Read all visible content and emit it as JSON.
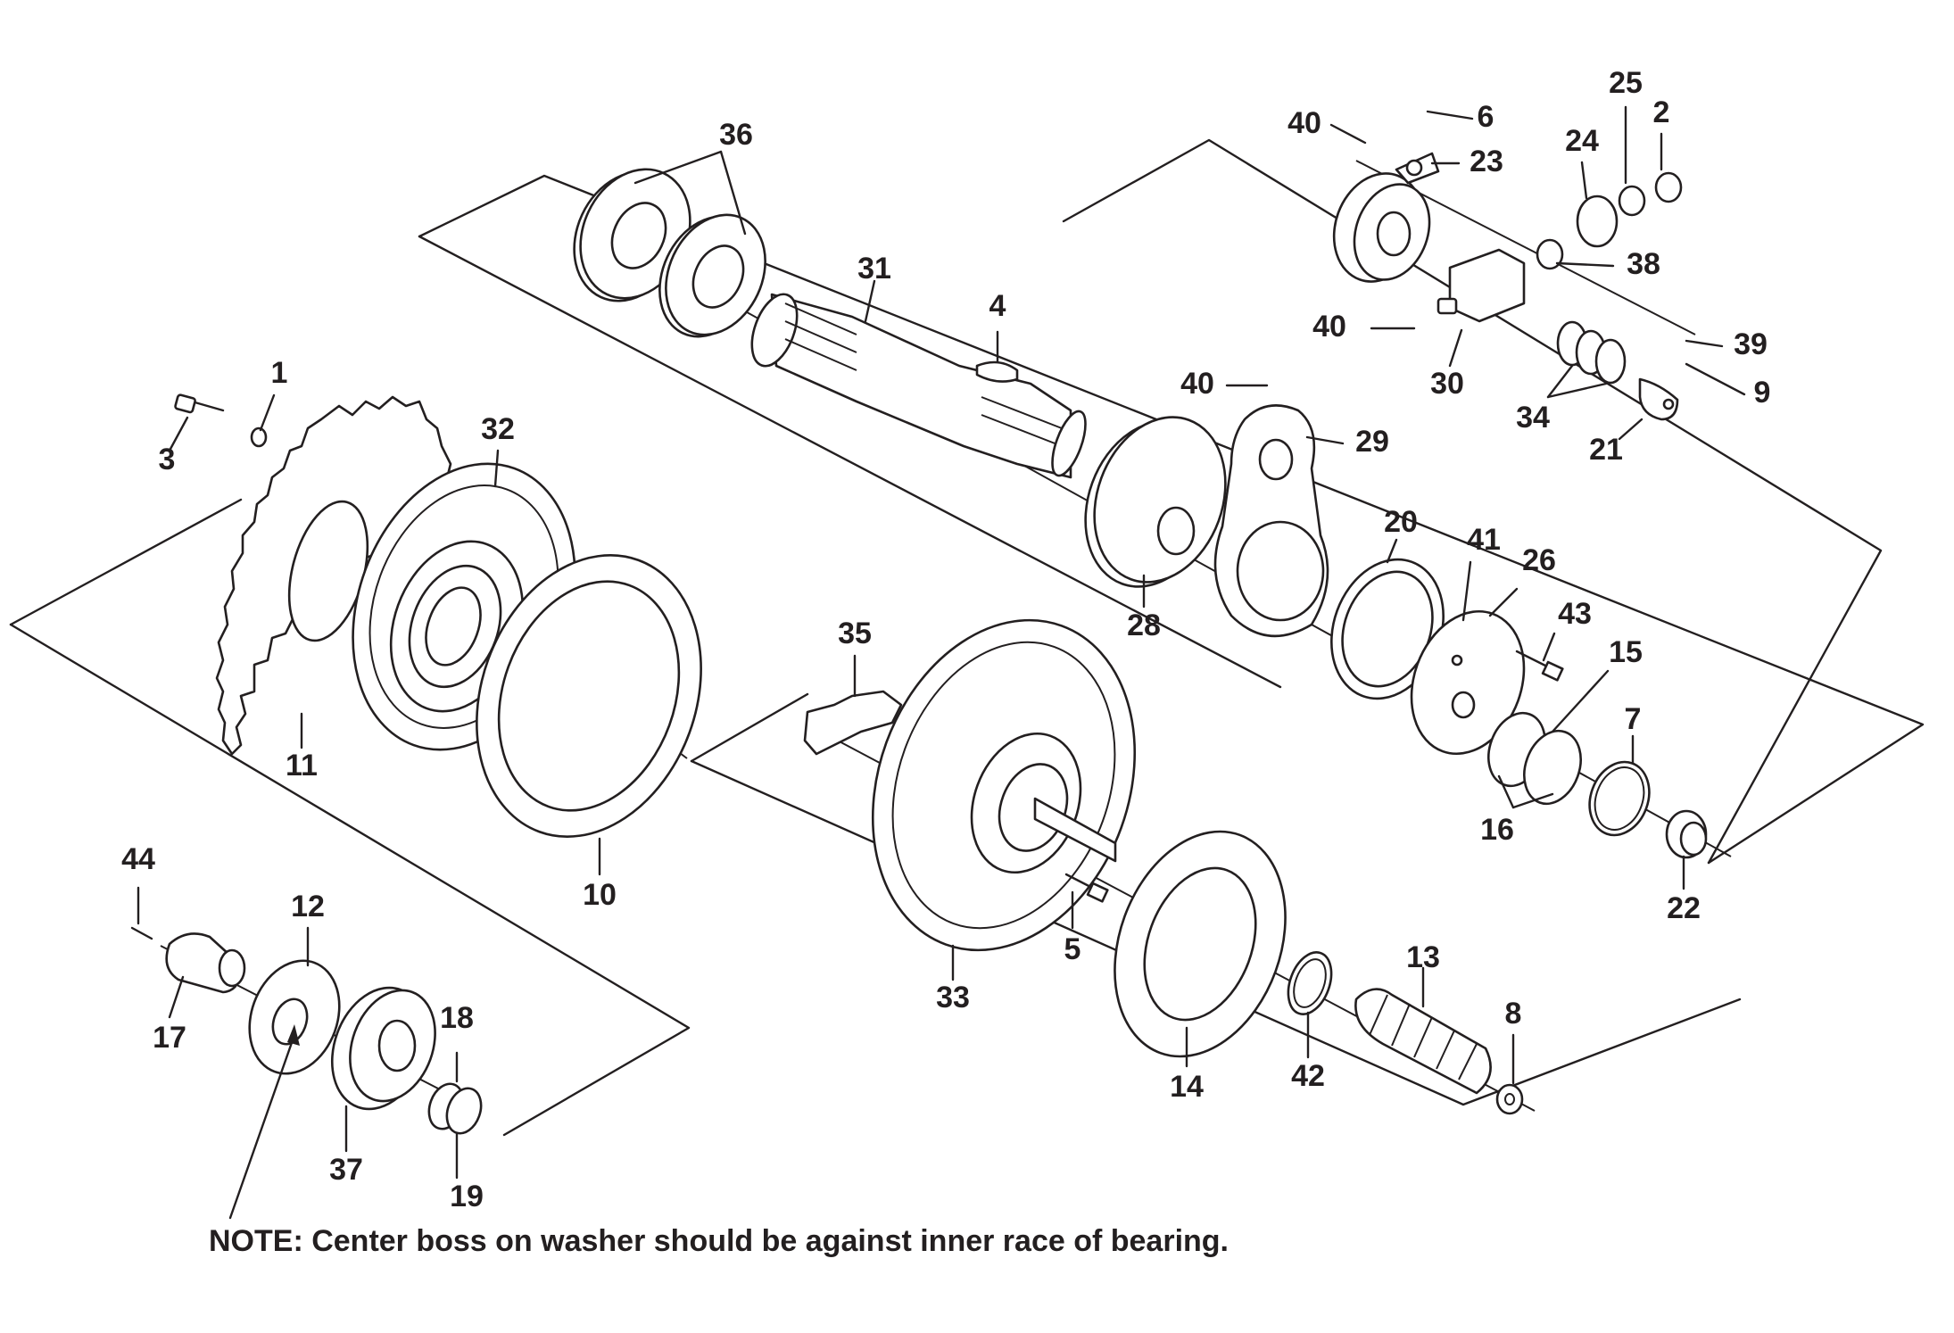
{
  "diagram": {
    "note": "NOTE: Center boss on washer should be against inner race of bearing.",
    "callouts": [
      "1",
      "2",
      "3",
      "4",
      "5",
      "6",
      "7",
      "8",
      "9",
      "10",
      "11",
      "12",
      "13",
      "14",
      "15",
      "16",
      "17",
      "18",
      "19",
      "20",
      "21",
      "22",
      "23",
      "24",
      "25",
      "26",
      "28",
      "29",
      "30",
      "31",
      "32",
      "33",
      "34",
      "35",
      "36",
      "37",
      "38",
      "39",
      "40",
      "41",
      "42",
      "43",
      "44"
    ]
  },
  "colors": {
    "ink": "#231f20",
    "paper": "#ffffff"
  }
}
